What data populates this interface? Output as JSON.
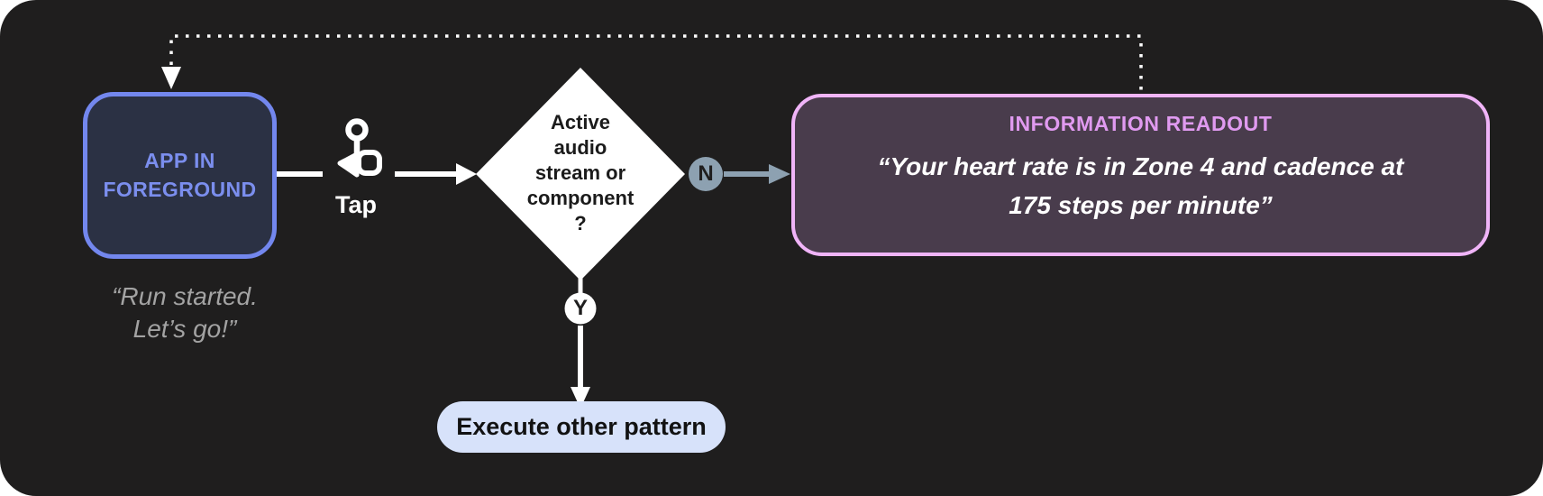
{
  "diagram": {
    "app_node": {
      "label": "APP IN\nFOREGROUND",
      "caption": "“Run started.\nLet’s go!”"
    },
    "tap": {
      "label": "Tap"
    },
    "decision": {
      "label": "Active\naudio\nstream or\ncomponent\n?"
    },
    "branch_no": {
      "label": "N"
    },
    "branch_yes": {
      "label": "Y"
    },
    "readout": {
      "title": "INFORMATION READOUT",
      "quote": "“Your heart rate is in Zone 4 and cadence at\n175 steps per minute”"
    },
    "execute": {
      "label": "Execute other pattern"
    }
  },
  "icons": {
    "tap": "tap-gesture-icon"
  },
  "colors": {
    "canvas_bg": "#1F1E1E",
    "app_border": "#7387EE",
    "app_fill": "#2B3144",
    "app_text": "#7B8EEE",
    "caption_text": "#A3A3A3",
    "connector_white": "#FFFFFF",
    "diamond_fill": "#FFFFFF",
    "diamond_text": "#1B1B1B",
    "slate": "#8DA1B1",
    "readout_border": "#F0B4F8",
    "readout_fill": "#493C4C",
    "readout_title": "#E09AF0",
    "pill_fill": "#D7E2FA",
    "pill_text": "#121212"
  }
}
